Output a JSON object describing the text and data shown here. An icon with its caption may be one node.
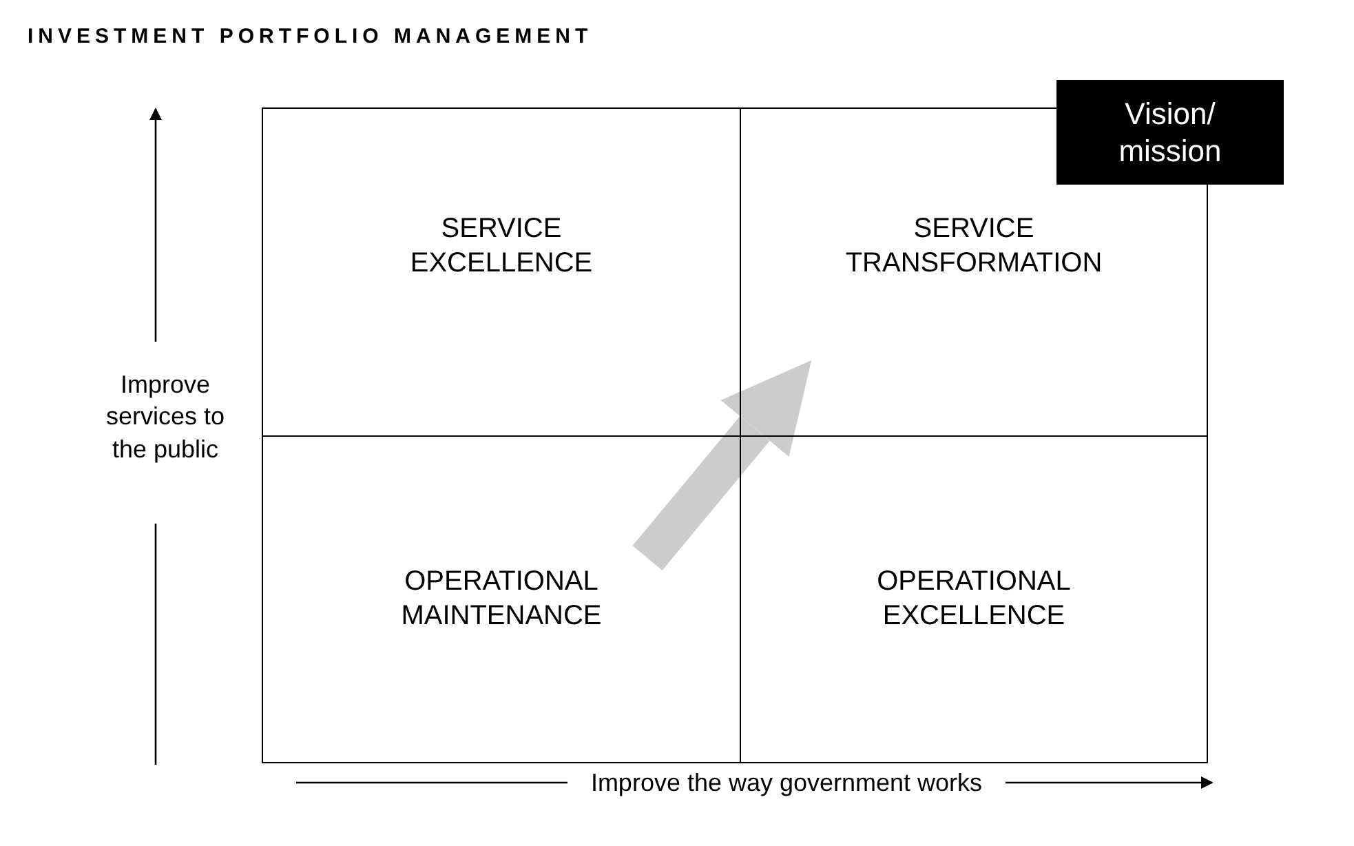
{
  "diagram": {
    "title": "INVESTMENT PORTFOLIO MANAGEMENT",
    "nodes": [
      {
        "text": [
          "SERVICE EXCELLENCE"
        ]
      },
      {
        "text": [
          "SERVICE TRANSFORMATION"
        ]
      },
      {
        "text": [
          "OPERATIONAL MAINTENANCE"
        ]
      },
      {
        "text": [
          "OPERATIONAL EXCELLENCE"
        ]
      },
      {
        "text": [
          "Vision/ mission"
        ]
      }
    ],
    "edges": [
      {
        "from": 2,
        "to": 1,
        "arrow": "to",
        "color": "#cccccc"
      }
    ],
    "labels": [
      "Improve services to the public",
      "Improve the way government works"
    ]
  }
}
